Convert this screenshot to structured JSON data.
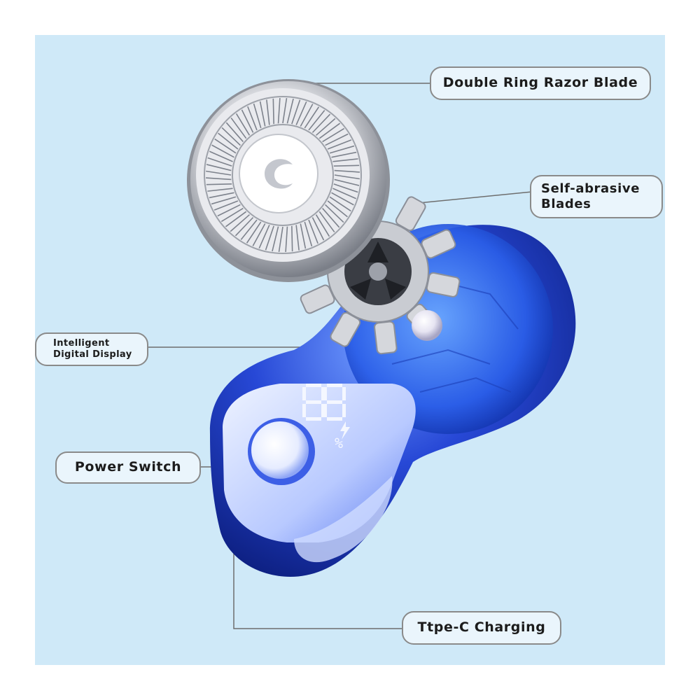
{
  "callouts": {
    "blade_ring": "Double Ring Razor Blade",
    "self_abrasive": "Self-abrasive\nBlades",
    "display": "Intelligent\nDigital Display",
    "power": "Power Switch",
    "charging": "Ttpe-C Charging"
  },
  "display_readout": {
    "digits": "88",
    "unit": "%"
  },
  "colors": {
    "background": "#cfe9f8",
    "body_blue": "#1f3fcf",
    "callout_border": "#8a8a8a",
    "blade_silver": "#c9ccd2"
  }
}
